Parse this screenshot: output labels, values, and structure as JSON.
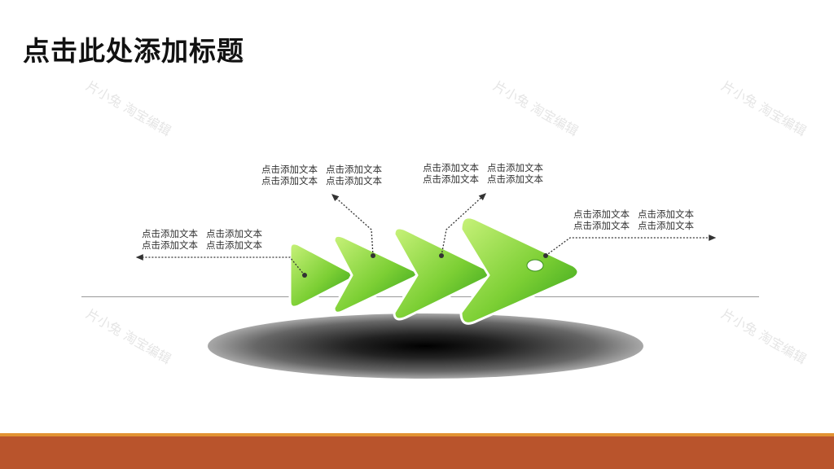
{
  "slide": {
    "title": "点击此处添加标题",
    "watermark": "片小兔  淘宝编辑"
  },
  "labels": [
    {
      "line1a": "点击添加文本",
      "line1b": "点击添加文本",
      "line2a": "点击添加文本",
      "line2b": "点击添加文本"
    },
    {
      "line1a": "点击添加文本",
      "line1b": "点击添加文本",
      "line2a": "点击添加文本",
      "line2b": "点击添加文本"
    },
    {
      "line1a": "点击添加文本",
      "line1b": "点击添加文本",
      "line2a": "点击添加文本",
      "line2b": "点击添加文本"
    },
    {
      "line1a": "点击添加文本",
      "line1b": "点击添加文本",
      "line2a": "点击添加文本",
      "line2b": "点击添加文本"
    }
  ],
  "colors": {
    "green_light": "#b6ec62",
    "green_dark": "#2f9e1a",
    "footer": "#b9542c",
    "footer_accent": "#e29232"
  }
}
